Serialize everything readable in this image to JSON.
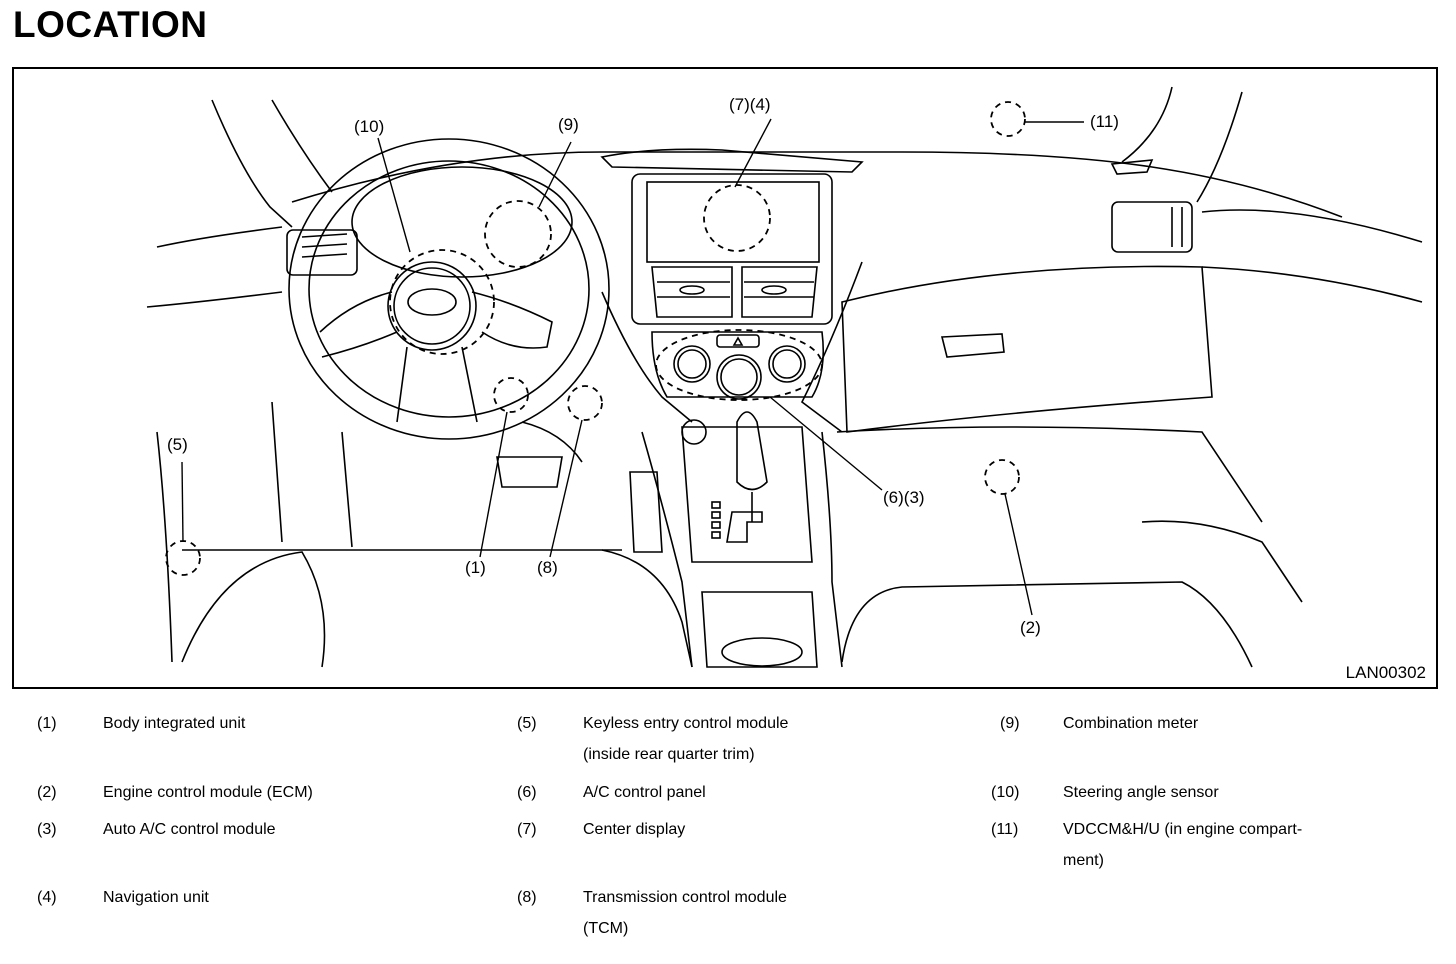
{
  "page": {
    "title": "LOCATION"
  },
  "figure": {
    "id": "LAN00302",
    "callouts": {
      "c10": "(10)",
      "c9": "(9)",
      "c7_4": "(7)(4)",
      "c11": "(11)",
      "c5": "(5)",
      "c6_3": "(6)(3)",
      "c1": "(1)",
      "c8": "(8)",
      "c2": "(2)"
    }
  },
  "legend": {
    "items": [
      {
        "num": "(1)",
        "lines": [
          "Body integrated unit"
        ]
      },
      {
        "num": "(2)",
        "lines": [
          "Engine control module (ECM)"
        ]
      },
      {
        "num": "(3)",
        "lines": [
          "Auto A/C control module"
        ]
      },
      {
        "num": "(4)",
        "lines": [
          "Navigation unit"
        ]
      },
      {
        "num": "(5)",
        "lines": [
          "Keyless entry control module",
          "(inside rear quarter trim)"
        ]
      },
      {
        "num": "(6)",
        "lines": [
          "A/C control panel"
        ]
      },
      {
        "num": "(7)",
        "lines": [
          "Center display"
        ]
      },
      {
        "num": "(8)",
        "lines": [
          "Transmission control module",
          "(TCM)"
        ]
      },
      {
        "num": "(9)",
        "lines": [
          "Combination meter"
        ]
      },
      {
        "num": "(10)",
        "lines": [
          "Steering angle sensor"
        ]
      },
      {
        "num": "(11)",
        "lines": [
          "VDCCM&H/U (in engine compart-",
          "ment)"
        ]
      }
    ]
  }
}
